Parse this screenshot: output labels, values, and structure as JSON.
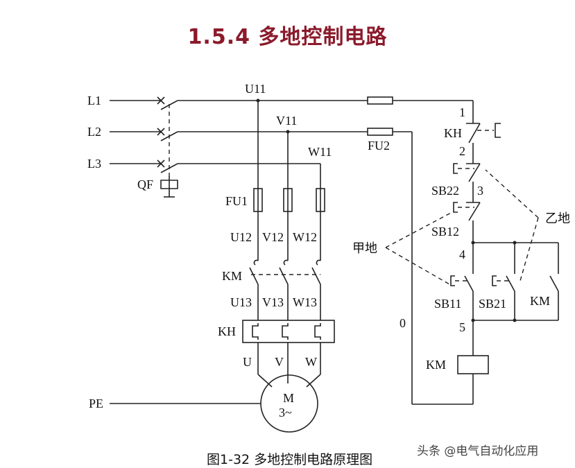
{
  "title": "1.5.4  多地控制电路",
  "caption": "图1-32  多地控制电路原理图",
  "watermark": "头条 @电气自动化应用",
  "labels": {
    "L1": "L1",
    "L2": "L2",
    "L3": "L3",
    "QF": "QF",
    "U11": "U11",
    "V11": "V11",
    "W11": "W11",
    "FU1": "FU1",
    "FU2": "FU2",
    "U12": "U12",
    "V12": "V12",
    "W12": "W12",
    "KM_main": "KM",
    "U13": "U13",
    "V13": "V13",
    "W13": "W13",
    "KH_main": "KH",
    "U": "U",
    "V": "V",
    "W": "W",
    "PE": "PE",
    "motor_M": "M",
    "motor_3": "3~",
    "node1": "1",
    "KH_ctrl": "KH",
    "node2": "2",
    "SB22": "SB22",
    "node3": "3",
    "SB12": "SB12",
    "node4": "4",
    "SB11": "SB11",
    "SB21": "SB21",
    "KM_aux": "KM",
    "node5": "5",
    "node0": "0",
    "KM_coil": "KM",
    "jiadi": "甲地",
    "yidi": "乙地"
  }
}
